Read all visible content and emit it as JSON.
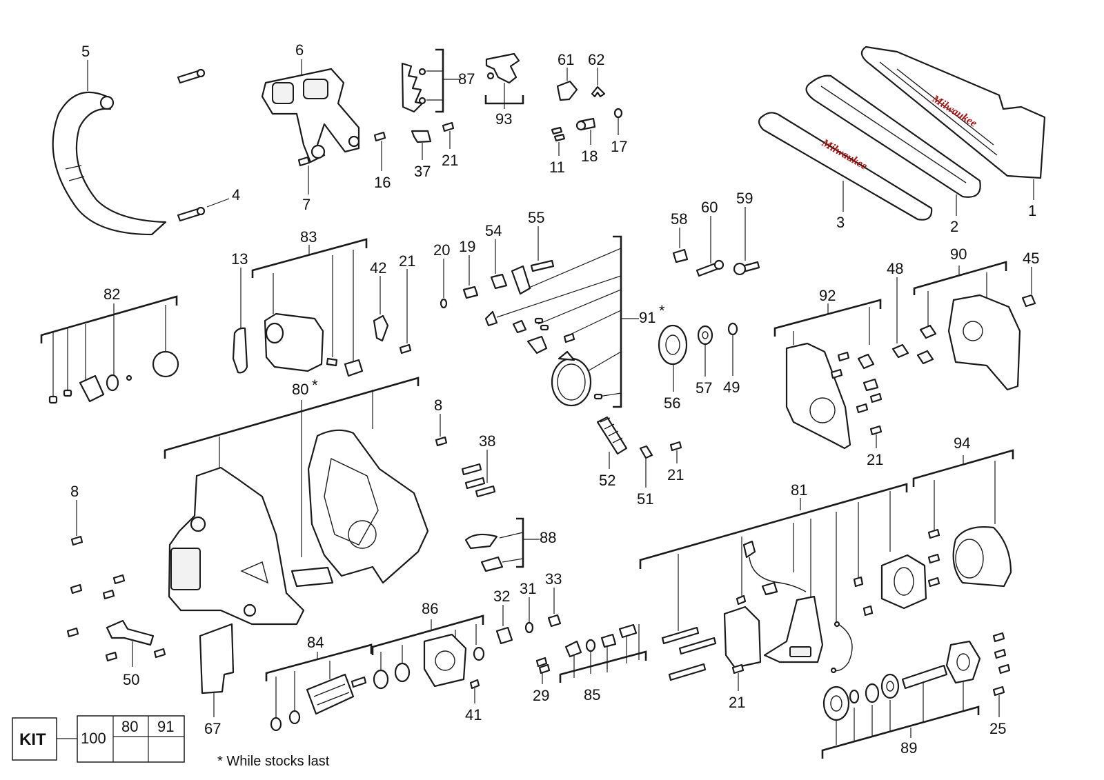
{
  "callouts": {
    "c1": "1",
    "c2": "2",
    "c3": "3",
    "c4": "4",
    "c5": "5",
    "c6": "6",
    "c7": "7",
    "c8a": "8",
    "c8b": "8",
    "c11": "11",
    "c13": "13",
    "c16": "16",
    "c17": "17",
    "c18": "18",
    "c19": "19",
    "c20": "20",
    "c21a": "21",
    "c21b": "21",
    "c21c": "21",
    "c21d": "21",
    "c21e": "21",
    "c25": "25",
    "c29": "29",
    "c31": "31",
    "c32": "32",
    "c33": "33",
    "c37": "37",
    "c38": "38",
    "c41": "41",
    "c42": "42",
    "c45": "45",
    "c48": "48",
    "c49": "49",
    "c50": "50",
    "c51": "51",
    "c52": "52",
    "c54": "54",
    "c55": "55",
    "c56": "56",
    "c57": "57",
    "c58": "58",
    "c59": "59",
    "c60": "60",
    "c61": "61",
    "c62": "62",
    "c67": "67",
    "c80": "80",
    "c81": "81",
    "c82": "82",
    "c83": "83",
    "c84": "84",
    "c85": "85",
    "c86": "86",
    "c87": "87",
    "c88": "88",
    "c89": "89",
    "c90": "90",
    "c91": "91",
    "c92": "92",
    "c93": "93",
    "c94": "94"
  },
  "marks": {
    "m80": "*",
    "m91": "*"
  },
  "brand": {
    "bar_logo": "Milwaukee",
    "cover_logo": "Milwaukee"
  },
  "kit": {
    "label": "KIT",
    "items": [
      "100",
      "80",
      "91"
    ]
  },
  "footnote": "* While stocks last"
}
